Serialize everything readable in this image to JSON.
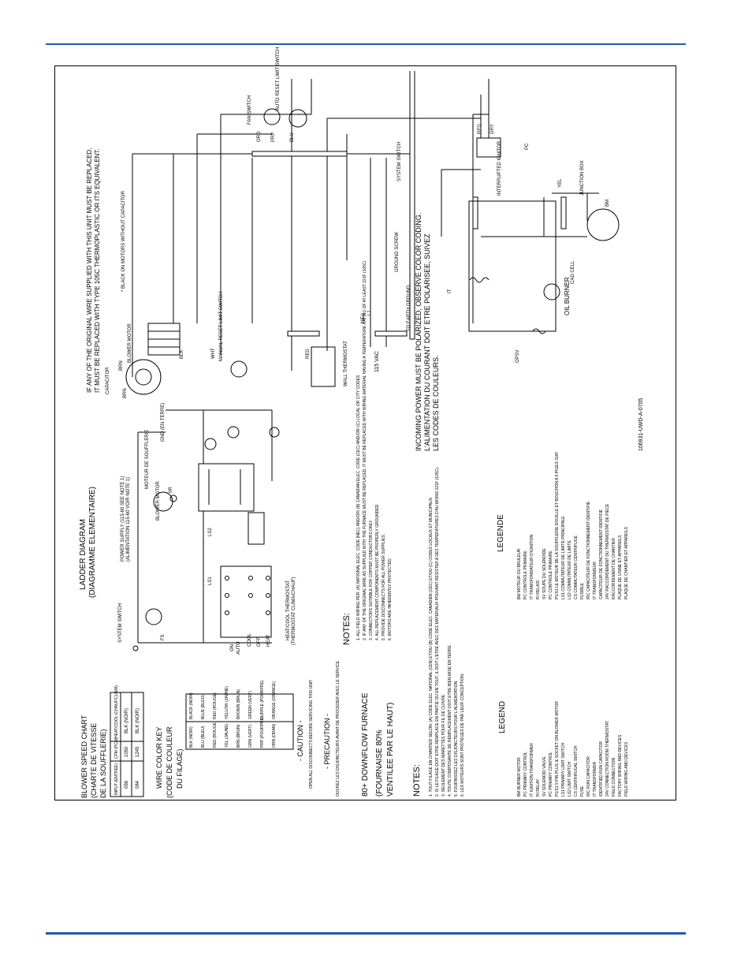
{
  "page": {
    "drawing_number": "106931-UWD-A-0705"
  },
  "warning_text": {
    "line1": "IF ANY OF THE ORIGINAL WIRE SUPPLIED WITH THIS UNIT MUST BE REPLACED,",
    "line2": "IT MUST BE REPLACED WITH TYPE 105C THERMOPLASTIC OR ITS EQUIVALENT."
  },
  "incoming_power": {
    "en": "INCOMING POWER MUST BE POLARIZED, OBSERVE COLOR CODING.",
    "fr1": "L'ALIMENTATION DU COURANT DOIT ETRE POLARISEE, SUIVEZ",
    "fr2": "LES CODES DE COULEURS."
  },
  "components": {
    "fan_switch": "FAN SWITCH",
    "auto_reset": "AUTO RESET LIMIT SWITCH",
    "blower_motor": "BLOWER MOTOR",
    "capacitor": "CAPACITOR",
    "manual_reset": "MANUAL RESET LIMIT SWITCH",
    "wall_thermostat": "WALL THERMOSTAT",
    "ground_screw": "GROUND SCREW",
    "to_earth_ground": "TO EARTH GROUND",
    "vac": "115 VAC",
    "system_switch": "SYSTEM SWITCH",
    "black_note": "* BLACK ON MOTORS WITHOUT CAPACITOR",
    "oil_burner": "OIL BURNER",
    "junction_box": "JUNCTION BOX",
    "interrupted_ignitor": "INTERRUPTED IGNITOR",
    "cad_cell": "CAD CELL",
    "opsv": "OPSV",
    "pc": "PC",
    "it": "IT",
    "bm": "BM"
  },
  "wire_labels": {
    "org": "ORG",
    "prp": "PRP",
    "blu": "BLU",
    "brn": "BRN",
    "wht": "WHT",
    "blk": "BLK",
    "red": "RED",
    "yel": "YEL",
    "gry": "GRY",
    "neu": "NEU",
    "l1": "L1",
    "l2": "L2"
  },
  "ladder": {
    "title": "LADDER DIAGRAM",
    "title_fr": "(DIAGRAMME ELEMENTAIRE)",
    "system_switch": "SYSTEM SWITCH",
    "power_supply": "POWER SUPPLY (115-60 SEE NOTE 1)",
    "power_supply_fr": "(ALIMENTATION 115-60 VOIR NOTE 1)",
    "fs": "FS",
    "ls1": "LS1",
    "ls2": "LS2",
    "blower_motor": "BLOWER MOTOR",
    "moteur": "MOTEUR DE SOUFFLERIE",
    "gnd": "GND (EN TERRE)",
    "thermostat": "HEAT/COOL THERMOSTAT",
    "thermostat_fr": "(THERMOSTAT CLIMA/CHAUF)",
    "on": "ON",
    "auto": "AUTO",
    "cool": "COOL",
    "off": "OFF",
    "heat": "HEAT",
    "iir": "IIR"
  },
  "notes_en": {
    "title": "NOTES:",
    "items": [
      "1. ALL FIELD WIRING PER: (A) NATIONAL ELEC. CODE (NEC) AND/OR/ (B) CANADIAN ELEC. CODE (CEC) AND/OR/ (C) LOCAL OR CITY CODES.",
      "2. IF ANY OF THE ORIGINAL WIRE AS SUPPLIED WITH THE FURNACE MUST BE REPLACED, IT MUST BE REPLACED WITH WIRING MATERIAL HAVING A TEMPERATURE RATING OF AT LEAST 221F (105C).",
      "3. CONNECTORS SUITABLE FOR COPPER CONDUCTORS ONLY.",
      "4. ALL REPLACEMENT COMPONENTS MUST BE PROPERLY GROUNDED.",
      "5. PROVIDE DISCONNECTS FOR ALL POWER SUPPLIES.",
      "6. MOTORS ARE INHERENTLY PROTECTED."
    ]
  },
  "legende": {
    "title": "LEGENDE",
    "items": [
      "BM MOTEUR DU BRULEUR",
      "PC CONTROLE PRIMAIRE",
      "IT TRANSFORMATEUR D'IGNITION",
      "RI RELAIS",
      "SV SOUPE DU SOLENOIDE",
      "PC CONTROLE PRIMAIRE",
      "P1/S1 LE MOTEUR DE LA SOUFFLERIE DOUILLE ET BOUCHON A 9 PIGES SUR",
      "LS1 COMMUTATEUR DE LIMITE PRINCIPALE",
      "LS2 COMMUTATEUR DE LIMITE",
      "CS COMMUTATEUR CENTRIFUGE",
      "FUSIBLE",
      "IRC CAPACITEUR DE FONCTIONNEMENT IDENTIFIE",
      "IT TRANSFORMEUR",
      "CAPACITEUR DE FONCTIONNEMENT IDENTIFIE",
      "24V RACCORDEMENT DU THERMOSTAT DE PIECE",
      "RACCORDEMENT DE CHANTIER",
      "PLAQUE DE USINE ET APPAREILS",
      "PLAQUE DE CHANTIER ET APPAREILS"
    ]
  },
  "blower_chart": {
    "title": "BLOWER SPEED CHART",
    "title_fr1": "(CHARTE DE VITESSE",
    "title_fr2": "DE LA SOUFFLERIE)",
    "headers": [
      "INPUT (ENTREE)",
      "CFM (PCM)",
      "HEAT/COOL (CHAUF/CLIMA)"
    ],
    "rows": [
      [
        "056",
        "1050",
        "BLK (NOIR)"
      ],
      [
        "084",
        "1245",
        "BLK (NOIR)"
      ]
    ]
  },
  "color_key": {
    "title": "WIRE COLOR KEY",
    "title_fr1": "(CODE DE COULEUR",
    "title_fr2": "DU FILAGE)",
    "rows": [
      [
        "BLK (NOIR)",
        "BLACK (NOIR)"
      ],
      [
        "BLU (BLEU)",
        "BLUE (BLEU)"
      ],
      [
        "RED (ROUGE)",
        "RED (ROUGE)"
      ],
      [
        "YEL (JAUNE)",
        "YELLOW (JAUNE)"
      ],
      [
        "BRN (BRUN)",
        "BROWN (BRUN)"
      ],
      [
        "GRN (VERT)",
        "GREEN (VERT)"
      ],
      [
        "PRP (POURPRE)",
        "PURPLE (POURPRE)"
      ],
      [
        "ORN (ORAN)",
        "ORANGE (ORANGE)"
      ]
    ]
  },
  "caution": {
    "title": "- CAUTION -",
    "text": "OPEN ALL DISCONNECTS BEFORE SERVICING THIS UNIT",
    "title_fr": "- PRECAUTION -",
    "text_fr": "OUVREZ LES DISJONCTEURS AVANT DE PROCEDER AVEC LE SERVICE"
  },
  "furnace": {
    "title": "80+ DOWNFLOW FURNACE",
    "title_fr1": "(FOURNAISE 80%",
    "title_fr2": "VENTILEE PAR LE HAUT)"
  },
  "notes_fr": {
    "title": "NOTES:",
    "items": [
      "1. TOUT FILAGE EN CHANTIER SELON: (A) CODE ELEC. NATIONAL (CEN) ET/OU (B) CODE ELEC. CANADIEN (CEC) ET/OU (C) CODES LOCAUX ET MUNICIPAUX.",
      "2. SI LE FILAGE DOIT ETRE REMPLACE EN PARTIE OU EN TOUT, IL DOIT L'ETRE AVEC DES MATERIAUX POUVANT RESISTER A DES TEMPERATURES D'AU MOINS 221F (105C).",
      "3. SEULEMENT DES MARETTES POUR FIL DE CUIVRE.",
      "4. TOUTE COMPOSANTE DE REMPLACEMENT DOIT ETRE BIEN MISE EN TERRE.",
      "5. FOURNISSEZ LES DISJONCTEURS POUR L'ALIMENTATION.",
      "6. LES MOTEURS SONT PROTEGES DE PAR LEUR CONCEPTION."
    ]
  },
  "legend": {
    "title": "LEGEND",
    "items": [
      "BM BURNER MOTOR",
      "PC PRIMARY CONTROL",
      "IT IGNITION TRANSFORMER",
      "RI RELAY",
      "SV SOLENOID VALVE",
      "PC PRIMARY CONTROL",
      "P1/S1 9 PIN PLUG & SOCKET ON BLOWER MOTOR",
      "LS1 PRIMARY LIMIT SWITCH",
      "LS2 LIMIT SWITCH",
      "CS CENTRIFUGAL SWITCH",
      "FUSE",
      "IRC RUN CAPACITOR",
      "IT TRANSFORMER",
      "IDENTIFIED RUN CAPACITOR",
      "24V CONNECTION ROOM THERMOSTAT",
      "FIELD CONNECTION",
      "FACTORY WIRING AND DEVICES",
      "FIELD WIRING AND DEVICES"
    ]
  }
}
